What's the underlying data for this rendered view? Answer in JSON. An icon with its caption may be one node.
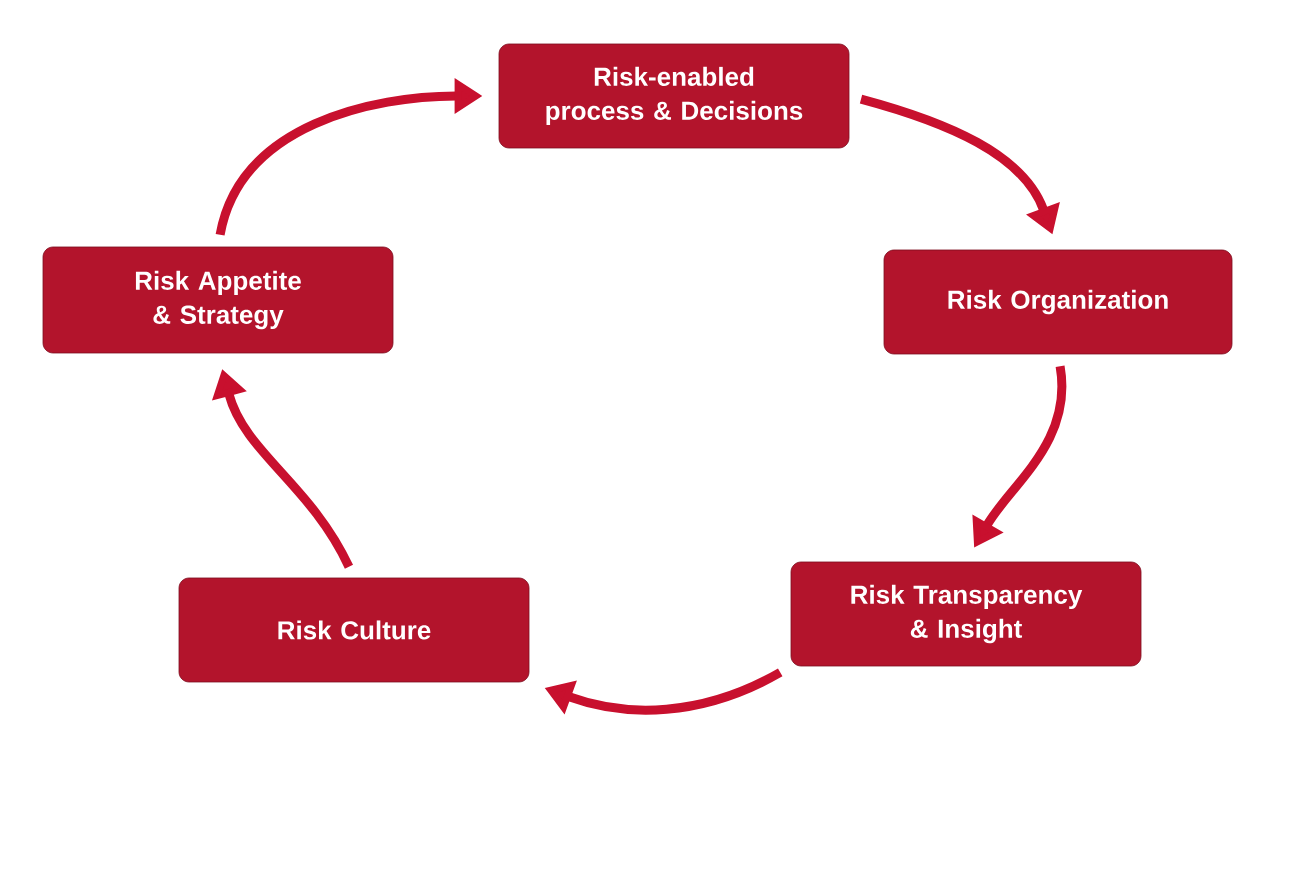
{
  "diagram": {
    "nodes": [
      {
        "text": [
          "Risk-enabled process & Decisions"
        ]
      },
      {
        "text": [
          "Risk Organization"
        ]
      },
      {
        "text": [
          "Risk Transparency & Insight"
        ]
      },
      {
        "text": [
          "Risk Culture"
        ]
      },
      {
        "text": [
          "Risk Appetite & Strategy"
        ]
      }
    ],
    "edges": [
      {
        "from": 0,
        "to": 1,
        "arrow": "to"
      },
      {
        "from": 1,
        "to": 2,
        "arrow": "to"
      },
      {
        "from": 2,
        "to": 3,
        "arrow": "to"
      },
      {
        "from": 3,
        "to": 4,
        "arrow": "to"
      },
      {
        "from": 4,
        "to": 0,
        "arrow": "to"
      }
    ]
  }
}
